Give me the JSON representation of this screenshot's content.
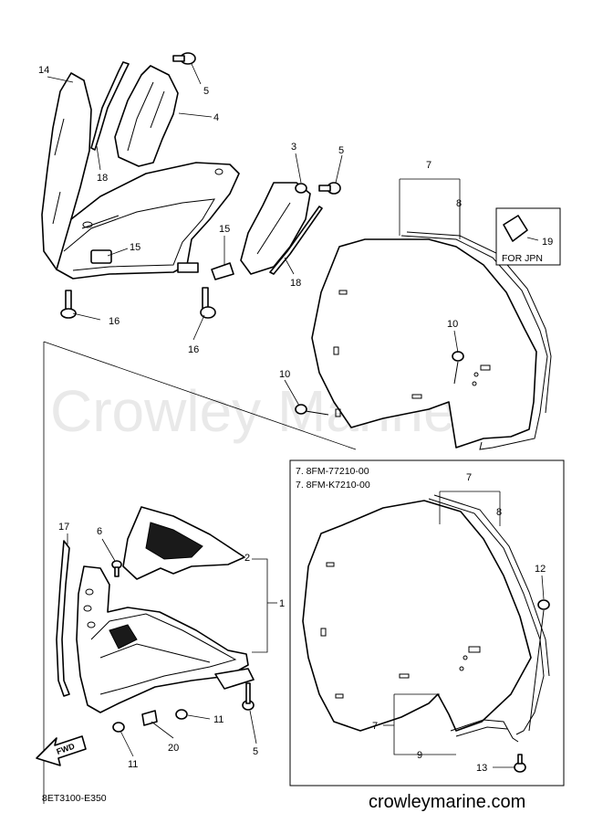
{
  "diagram_code": "8ET3100-E350",
  "watermark": "Crowley Marine",
  "footer_url": "crowleymarine.com",
  "fwd_label": "FWD",
  "note_label": "FOR JPN",
  "inset": {
    "line1": "7. 8FM-77210-00",
    "line2": "7. 8FM-K7210-00"
  },
  "callouts": {
    "c14": "14",
    "c5a": "5",
    "c4": "4",
    "c18a": "18",
    "c15a": "15",
    "c16a": "16",
    "c3": "3",
    "c5b": "5",
    "c15b": "15",
    "c18b": "18",
    "c16b": "16",
    "c7": "7",
    "c8": "8",
    "c19": "19",
    "c10a": "10",
    "c10b": "10",
    "c17": "17",
    "c6": "6",
    "c2": "2",
    "c1": "1",
    "c11a": "11",
    "c11b": "11",
    "c20": "20",
    "c5c": "5",
    "c7b": "7",
    "c8b": "8",
    "c12": "12",
    "c7c": "7",
    "c9": "9",
    "c13": "13"
  }
}
